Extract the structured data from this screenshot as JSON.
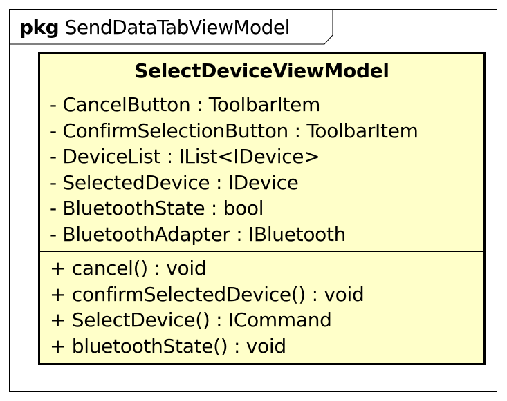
{
  "package": {
    "keyword": "pkg",
    "name": "SendDataTabViewModel"
  },
  "class": {
    "name": "SelectDeviceViewModel",
    "fill_color": "#ffffc9",
    "attributes": [
      "- CancelButton : ToolbarItem",
      "- ConfirmSelectionButton : ToolbarItem",
      "- DeviceList : IList<IDevice>",
      "- SelectedDevice : IDevice",
      "- BluetoothState : bool",
      "- BluetoothAdapter : IBluetooth"
    ],
    "operations": [
      "+ cancel() : void",
      "+ confirmSelectedDevice() : void",
      "+ SelectDevice() : ICommand",
      "+ bluetoothState() : void"
    ]
  }
}
